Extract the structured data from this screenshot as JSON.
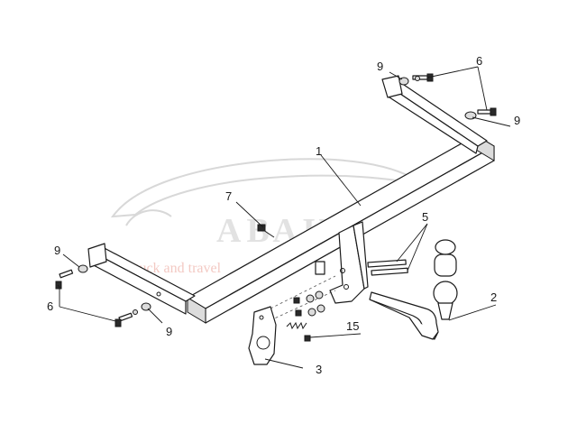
{
  "watermark": {
    "brand": "АВАКА",
    "tagline": "tuck and travel"
  },
  "callouts": {
    "part_1": "1",
    "part_2": "2",
    "part_3": "3",
    "part_5": "5",
    "part_6_top": "6",
    "part_6_left": "6",
    "part_7": "7",
    "part_9_top_left": "9",
    "part_9_top_right": "9",
    "part_9_left_top": "9",
    "part_9_left_bottom": "9",
    "part_15": "15"
  },
  "colors": {
    "line": "#1a1a1a",
    "watermark": "#d8d8d8"
  }
}
